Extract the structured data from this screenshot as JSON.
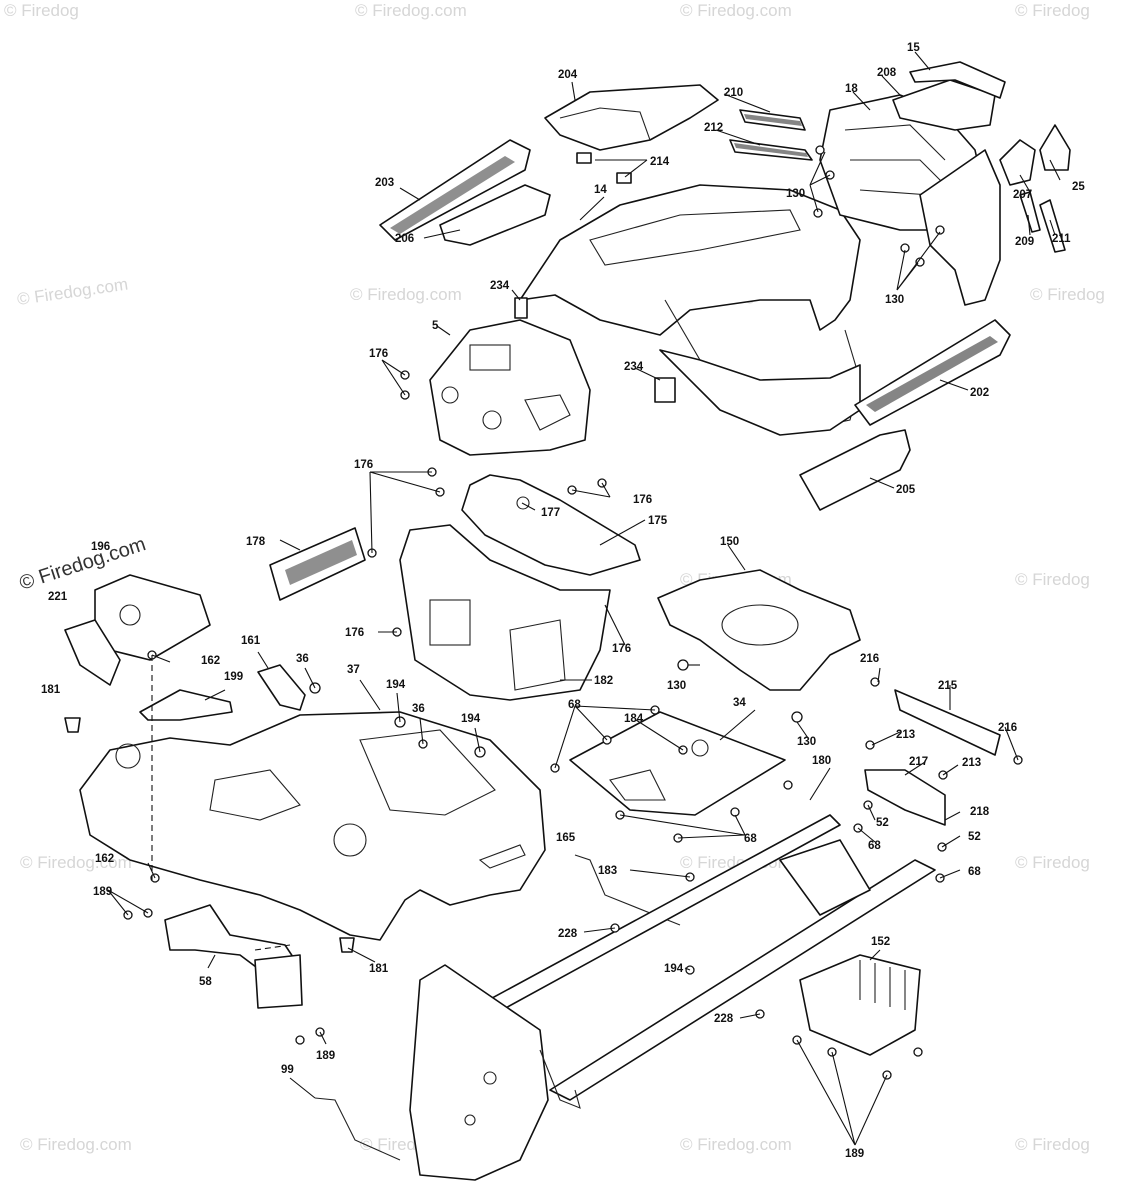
{
  "watermark": {
    "text": "© Firedog.com",
    "text_short": "© Firedog",
    "text_big": "© Firedog.com"
  },
  "callouts": {
    "c5": "5",
    "c14": "14",
    "c15": "15",
    "c18": "18",
    "c25": "25",
    "c34": "34",
    "c36a": "36",
    "c36b": "36",
    "c37": "37",
    "c52a": "52",
    "c52b": "52",
    "c58": "58",
    "c68a": "68",
    "c68b": "68",
    "c68c": "68",
    "c68d": "68",
    "c99": "99",
    "c130a": "130",
    "c130b": "130",
    "c130c": "130",
    "c130d": "130",
    "c150": "150",
    "c152": "152",
    "c161": "161",
    "c162a": "162",
    "c162b": "162",
    "c165": "165",
    "c175": "175",
    "c176a": "176",
    "c176b": "176",
    "c176c": "176",
    "c176d": "176",
    "c176e": "176",
    "c177": "177",
    "c178": "178",
    "c180": "180",
    "c181a": "181",
    "c181b": "181",
    "c182": "182",
    "c183": "183",
    "c184": "184",
    "c189a": "189",
    "c189b": "189",
    "c189c": "189",
    "c194a": "194",
    "c194b": "194",
    "c194c": "194",
    "c196": "196",
    "c199": "199",
    "c202": "202",
    "c203": "203",
    "c204": "204",
    "c205": "205",
    "c206": "206",
    "c207": "207",
    "c208": "208",
    "c209": "209",
    "c210": "210",
    "c211": "211",
    "c212": "212",
    "c213a": "213",
    "c213b": "213",
    "c214": "214",
    "c215": "215",
    "c216a": "216",
    "c216b": "216",
    "c217": "217",
    "c218": "218",
    "c221": "221",
    "c228a": "228",
    "c228b": "228",
    "c234a": "234",
    "c234b": "234"
  }
}
